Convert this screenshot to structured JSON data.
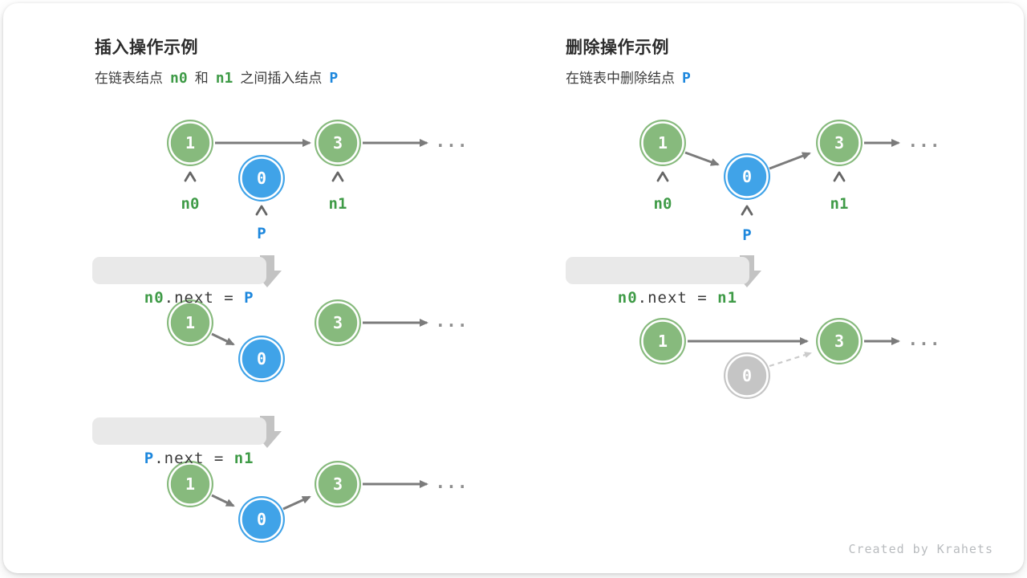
{
  "insert_panel": {
    "title": "插入操作示例",
    "subtitle": {
      "part1": "在链表结点",
      "token_n0": "n0",
      "part2": "和",
      "token_n1": "n1",
      "part3": "之间插入结点",
      "token_p": "P"
    },
    "code_step1": {
      "lhs": "n0",
      "mid": ".next = ",
      "rhs": "P"
    },
    "code_step2": {
      "lhs": "P",
      "mid": ".next = ",
      "rhs": "n1"
    }
  },
  "delete_panel": {
    "title": "删除操作示例",
    "subtitle": {
      "part1": "在链表中删除结点",
      "token_p": "P"
    },
    "code_step1": {
      "lhs": "n0",
      "mid": ".next = ",
      "rhs": "n1"
    }
  },
  "node_values": {
    "first": "1",
    "third": "3",
    "inserted": "0"
  },
  "pointer_labels": {
    "n0": "n0",
    "n1": "n1",
    "p": "P"
  },
  "ellipsis": "...",
  "watermark": "Created by Krahets",
  "colors": {
    "node_green": "#87ba7d",
    "node_blue": "#40a3e8",
    "node_gray": "#c5c5c5",
    "arrow_gray": "#7b7b7b",
    "dashed_gray": "#cbcbcb",
    "caret_gray": "#666666",
    "label_green": "#3f9b47",
    "label_blue": "#1d87dd",
    "code_bg": "#e9e9e9",
    "block_arrow": "#c3c3c3"
  }
}
